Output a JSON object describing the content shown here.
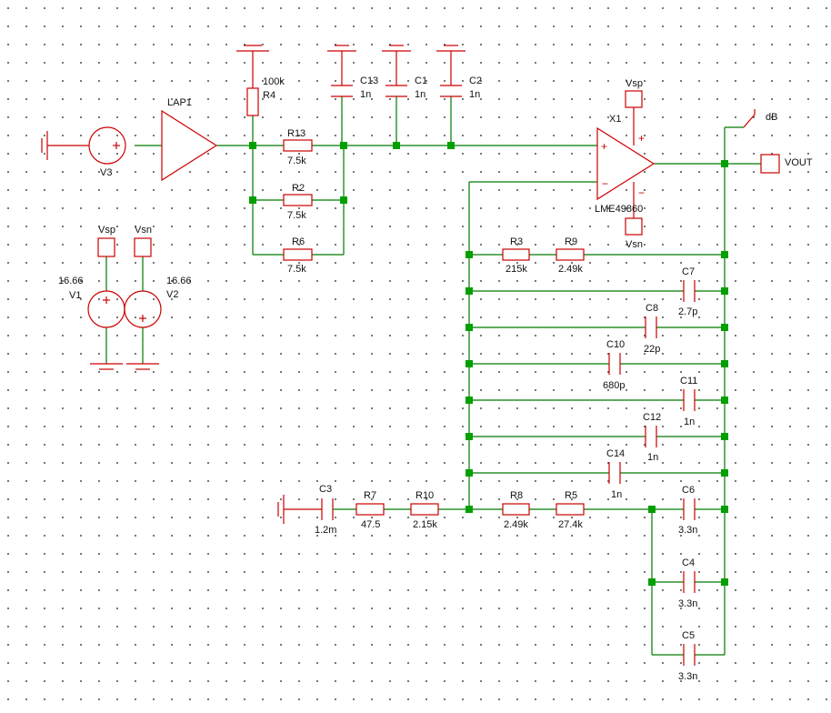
{
  "components": {
    "V3": {
      "ref": "V3"
    },
    "V1": {
      "ref": "V1",
      "value": "16.66"
    },
    "V2": {
      "ref": "V2",
      "value": "16.66"
    },
    "LAP1": {
      "ref": "LAP1"
    },
    "R4": {
      "ref": "R4",
      "value": "100k"
    },
    "R13": {
      "ref": "R13",
      "value": "7.5k"
    },
    "R2": {
      "ref": "R2",
      "value": "7.5k"
    },
    "R6": {
      "ref": "R6",
      "value": "7.5k"
    },
    "C13": {
      "ref": "C13",
      "value": "1n"
    },
    "C1": {
      "ref": "C1",
      "value": "1n"
    },
    "C2": {
      "ref": "C2",
      "value": "1n"
    },
    "X1": {
      "ref": "X1",
      "value": "LME49860"
    },
    "R3": {
      "ref": "R3",
      "value": "215k"
    },
    "R9": {
      "ref": "R9",
      "value": "2.49k"
    },
    "C7": {
      "ref": "C7",
      "value": "2.7p"
    },
    "C8": {
      "ref": "C8",
      "value": "22p"
    },
    "C10": {
      "ref": "C10",
      "value": "680p"
    },
    "C11": {
      "ref": "C11",
      "value": "1n"
    },
    "C12": {
      "ref": "C12",
      "value": "1n"
    },
    "C14": {
      "ref": "C14",
      "value": "1n"
    },
    "C3": {
      "ref": "C3",
      "value": "1.2m"
    },
    "R7": {
      "ref": "R7",
      "value": "47.5"
    },
    "R10": {
      "ref": "R10",
      "value": "2.15k"
    },
    "R8": {
      "ref": "R8",
      "value": "2.49k"
    },
    "R5": {
      "ref": "R5",
      "value": "27.4k"
    },
    "C6": {
      "ref": "C6",
      "value": "3.3n"
    },
    "C4": {
      "ref": "C4",
      "value": "3.3n"
    },
    "C5": {
      "ref": "C5",
      "value": "3.3n"
    }
  },
  "nets": {
    "vsp_a": "Vsp",
    "vsn_a": "Vsn",
    "vsp_b": "Vsp",
    "vsn_b": "Vsn",
    "vout": "VOUT",
    "db": "dB"
  },
  "colors": {
    "wire": "#007a00",
    "component": "#cc0000",
    "junction": "#00a000",
    "grid_dot": "#555555"
  }
}
